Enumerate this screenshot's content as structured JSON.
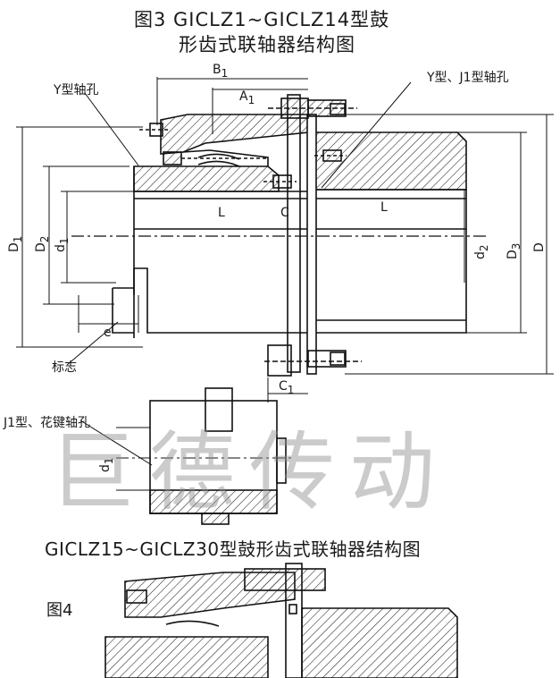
{
  "titles": {
    "top_line1": "图3 GⅠCLZ1~GⅠCLZ14型鼓",
    "top_line2": "形齿式联轴器结构图",
    "middle": "GⅠCLZ15~GⅠCLZ30型鼓形齿式联轴器结构图",
    "figure4": "图4"
  },
  "labels": {
    "y_bore": "Y型轴孔",
    "y_j1_bore": "Y型、J1型轴孔",
    "j1_spline": "J1型、花键轴孔",
    "mark": "标志",
    "B1": "B",
    "B1_sub": "1",
    "A1": "A",
    "A1_sub": "1",
    "L_left": "L",
    "L_right": "L",
    "C": "C",
    "C1": "C",
    "C1_sub": "1",
    "e": "e",
    "D1": "D",
    "D1_sub": "1",
    "D2": "D",
    "D2_sub": "2",
    "d1": "d",
    "d1_sub": "1",
    "d1_lower": "d",
    "d1_lower_sub": "1",
    "d2": "d",
    "d2_sub": "2",
    "D3": "D",
    "D3_sub": "3",
    "D": "D"
  },
  "watermark": "巨德传动"
}
